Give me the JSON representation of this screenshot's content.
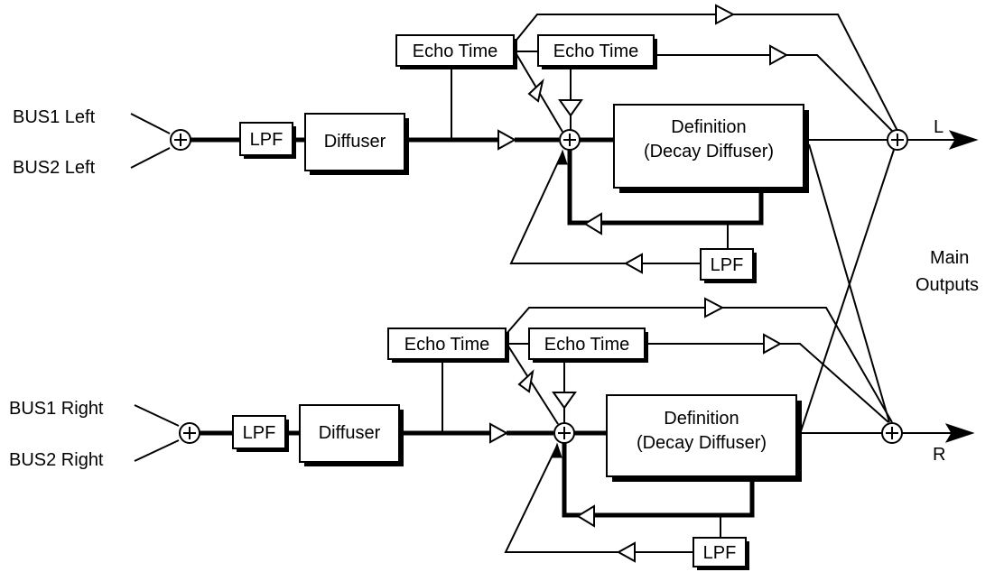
{
  "inputs": {
    "bus1_left": "BUS1 Left",
    "bus2_left": "BUS2 Left",
    "bus1_right": "BUS1 Right",
    "bus2_right": "BUS2 Right"
  },
  "blocks": {
    "lpf": "LPF",
    "diffuser": "Diffuser",
    "echo_time": "Echo Time",
    "definition_line1": "Definition",
    "definition_line2": "(Decay Diffuser)"
  },
  "outputs": {
    "left": "L",
    "right": "R",
    "main_line1": "Main",
    "main_line2": "Outputs"
  },
  "colors": {
    "stroke": "#000000",
    "fill": "#ffffff"
  }
}
